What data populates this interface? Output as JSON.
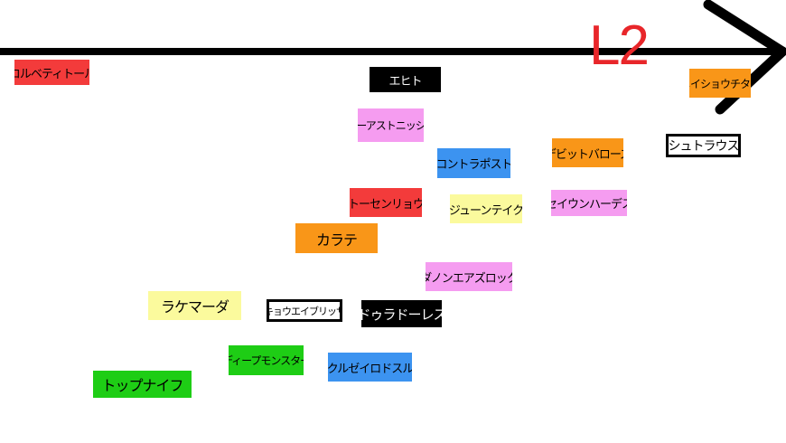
{
  "axis": {
    "label": "L2",
    "label_color": "#e8262a"
  },
  "colors": {
    "red": "#f33b3b",
    "black": "#000000",
    "pink": "#f59cf0",
    "blue": "#3c93f0",
    "orange": "#f99618",
    "yellow": "#fbfa9d",
    "green": "#1ecd15",
    "outline": "#ffffff"
  },
  "tags": [
    {
      "id": "koruveti",
      "text": "コルベティトール",
      "color": "red"
    },
    {
      "id": "ehito",
      "text": "エヒト",
      "color": "black"
    },
    {
      "id": "meisho",
      "text": "メイショウチタン",
      "color": "orange"
    },
    {
      "id": "biast",
      "text": "ビーアストニッシド",
      "color": "pink"
    },
    {
      "id": "contra",
      "text": "コントラポスト",
      "color": "blue"
    },
    {
      "id": "debit",
      "text": "デビットバローズ",
      "color": "orange"
    },
    {
      "id": "shutraus",
      "text": "シュトラウス",
      "color": "outline"
    },
    {
      "id": "tosen",
      "text": "トーセンリョウ",
      "color": "red"
    },
    {
      "id": "june",
      "text": "ジューンテイク",
      "color": "yellow"
    },
    {
      "id": "seiun",
      "text": "セイウンハーデス",
      "color": "pink"
    },
    {
      "id": "karate",
      "text": "カラテ",
      "color": "orange"
    },
    {
      "id": "danon",
      "text": "ダノンエアズロック",
      "color": "pink"
    },
    {
      "id": "rake",
      "text": "ラケマーダ",
      "color": "yellow"
    },
    {
      "id": "kyoei",
      "text": "キョウエイブリッサ",
      "color": "outline"
    },
    {
      "id": "dura",
      "text": "ドゥラドーレス",
      "color": "black"
    },
    {
      "id": "deep",
      "text": "ディープモンスター",
      "color": "green"
    },
    {
      "id": "kurusei",
      "text": "クルゼイロドスル",
      "color": "blue"
    },
    {
      "id": "top",
      "text": "トップナイフ",
      "color": "green"
    }
  ]
}
